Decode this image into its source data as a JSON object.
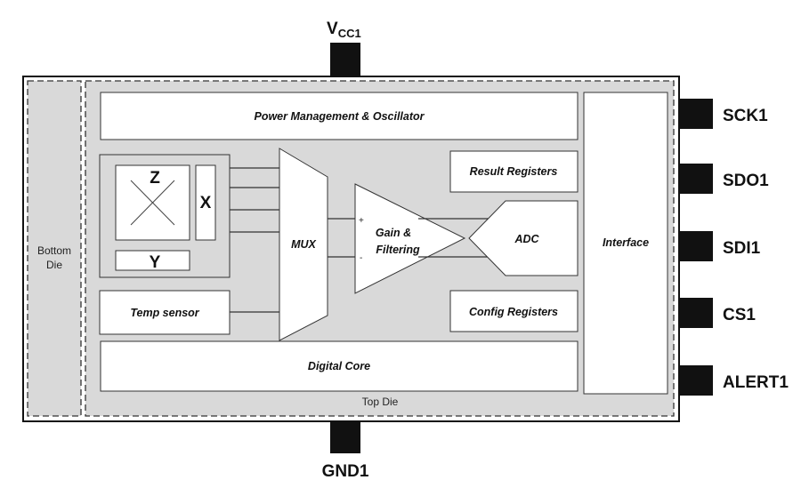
{
  "blocks": {
    "power": "Power Management & Oscillator",
    "result_registers": "Result Registers",
    "config_registers": "Config Registers",
    "temp_sensor": "Temp sensor",
    "digital_core": "Digital Core",
    "interface": "Interface",
    "mux": "MUX",
    "gain_line1": "Gain &",
    "gain_line2": "Filtering",
    "adc": "ADC",
    "plus_sign": "+",
    "minus_sign": "-"
  },
  "sensor": {
    "axis_z": "Z",
    "axis_x": "X",
    "axis_y": "Y"
  },
  "dies": {
    "bottom_line1": "Bottom",
    "bottom_line2": "Die",
    "top": "Top Die"
  },
  "pins": {
    "vcc_main": "V",
    "vcc_sub": "CC1",
    "gnd": "GND1",
    "sck": "SCK1",
    "sdo": "SDO1",
    "sdi": "SDI1",
    "cs": "CS1",
    "alert": "ALERT1"
  },
  "colors": {
    "die_fill": "#d9d9d9",
    "pad_fill": "#111111",
    "box_fill": "#ffffff"
  }
}
